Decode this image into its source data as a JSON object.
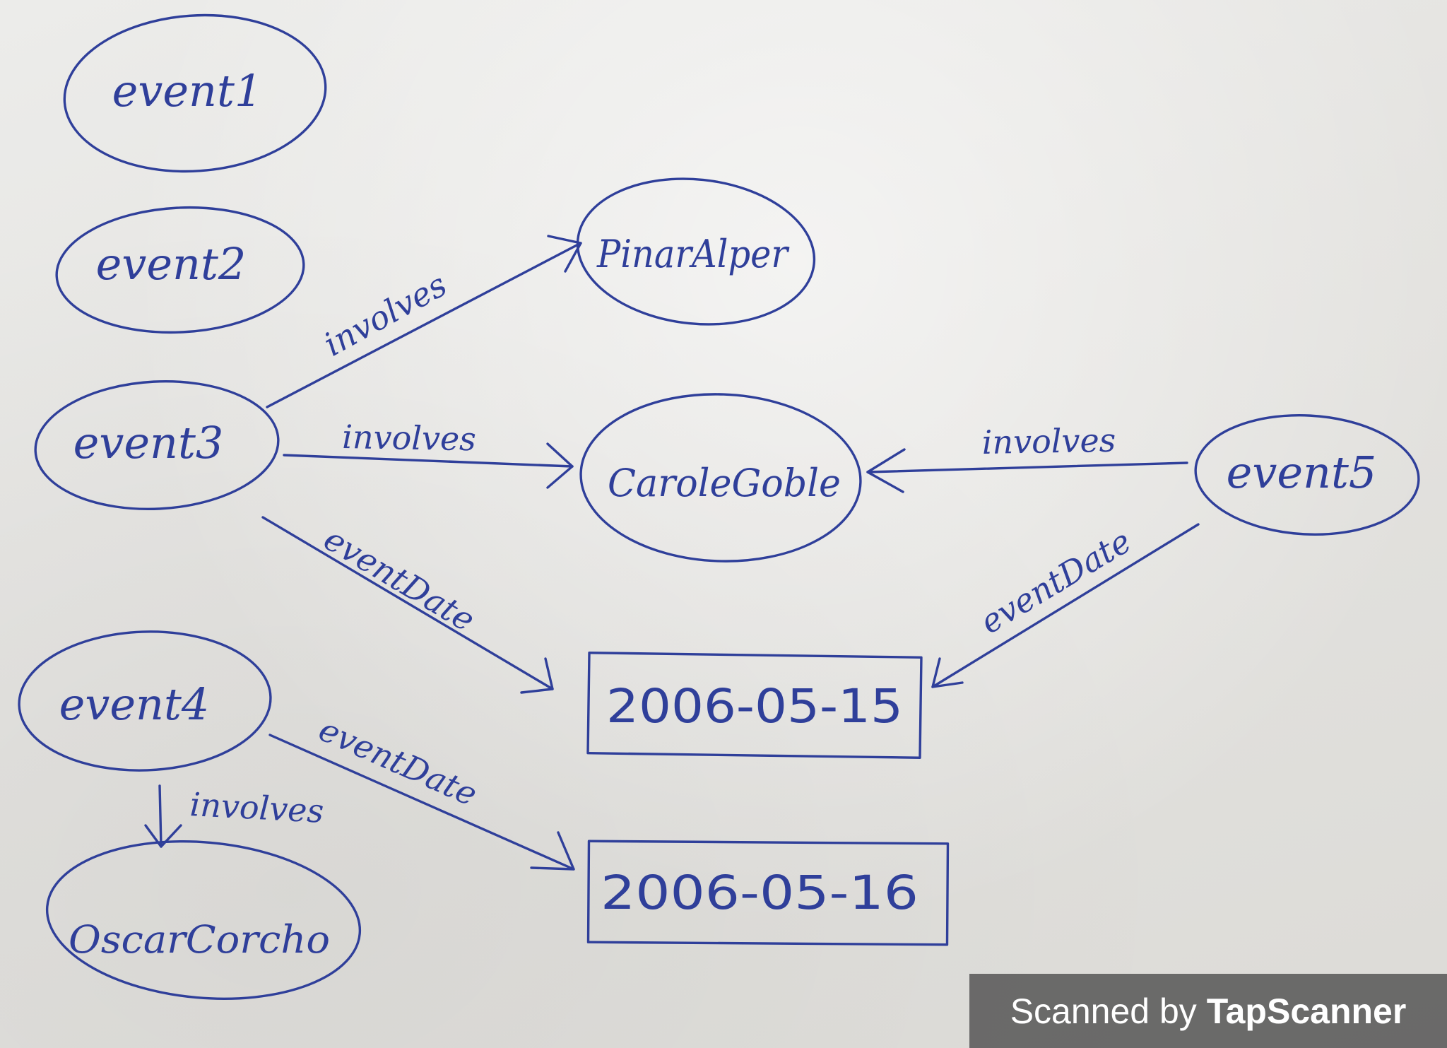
{
  "nodes": {
    "event1": "event1",
    "event2": "event2",
    "event3": "event3",
    "event4": "event4",
    "event5": "event5",
    "pinar": "PinarAlper",
    "carole": "CaroleGoble",
    "oscar": "OscarCorcho",
    "date1": "2006-05-15",
    "date2": "2006-05-16"
  },
  "edges": {
    "e3_pinar": "involves",
    "e3_carole": "involves",
    "e5_carole": "involves",
    "e3_date1": "eventDate",
    "e5_date1": "eventDate",
    "e4_date2": "eventDate",
    "e4_oscar": "involves"
  },
  "scanner": {
    "prefix": "Scanned by",
    "brand": "TapScanner"
  },
  "colors": {
    "ink": "#2f3f9a",
    "paper": "#e6e5e2",
    "badge": "#5f5f5f"
  }
}
